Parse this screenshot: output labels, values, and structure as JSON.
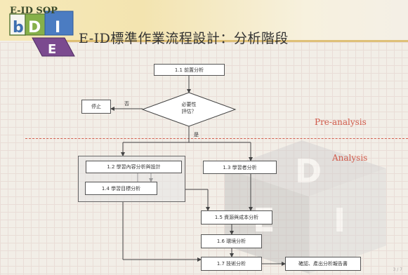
{
  "header": {
    "logo_text": "E-ID SOP",
    "logo_letters": [
      "b",
      "D",
      "I",
      "E"
    ],
    "title": "E-ID標準作業流程設計：分析階段"
  },
  "phases": {
    "pre": "Pre-analysis",
    "analysis": "Analysis"
  },
  "flow": {
    "start_box": "1.1 前置分析",
    "decision": "必要性\n評估？",
    "stop_box": "停止",
    "no_label": "否",
    "yes_label": "是",
    "box_1_2": "1.2 學習內容分析與設計",
    "box_1_3": "1.3 學習者分析",
    "box_1_4": "1.4 學習目標分析",
    "box_1_5": "1.5 資源與成本分析",
    "box_1_6": "1.6 環境分析",
    "box_1_7": "1.7 技術分析",
    "result_box": "確認、產出分析報告書"
  },
  "watermark": {
    "letters": [
      "D",
      "I",
      "E"
    ]
  },
  "footer": {
    "page": "3 / 7"
  },
  "colors": {
    "header_band": "#f6e9b8",
    "phase_text": "#d05a4a",
    "divider": "#d36050",
    "logo_b": "#3d6fb0",
    "logo_d": "#86b04a",
    "logo_i": "#4b7cc2",
    "logo_e": "#7b4a8f"
  }
}
